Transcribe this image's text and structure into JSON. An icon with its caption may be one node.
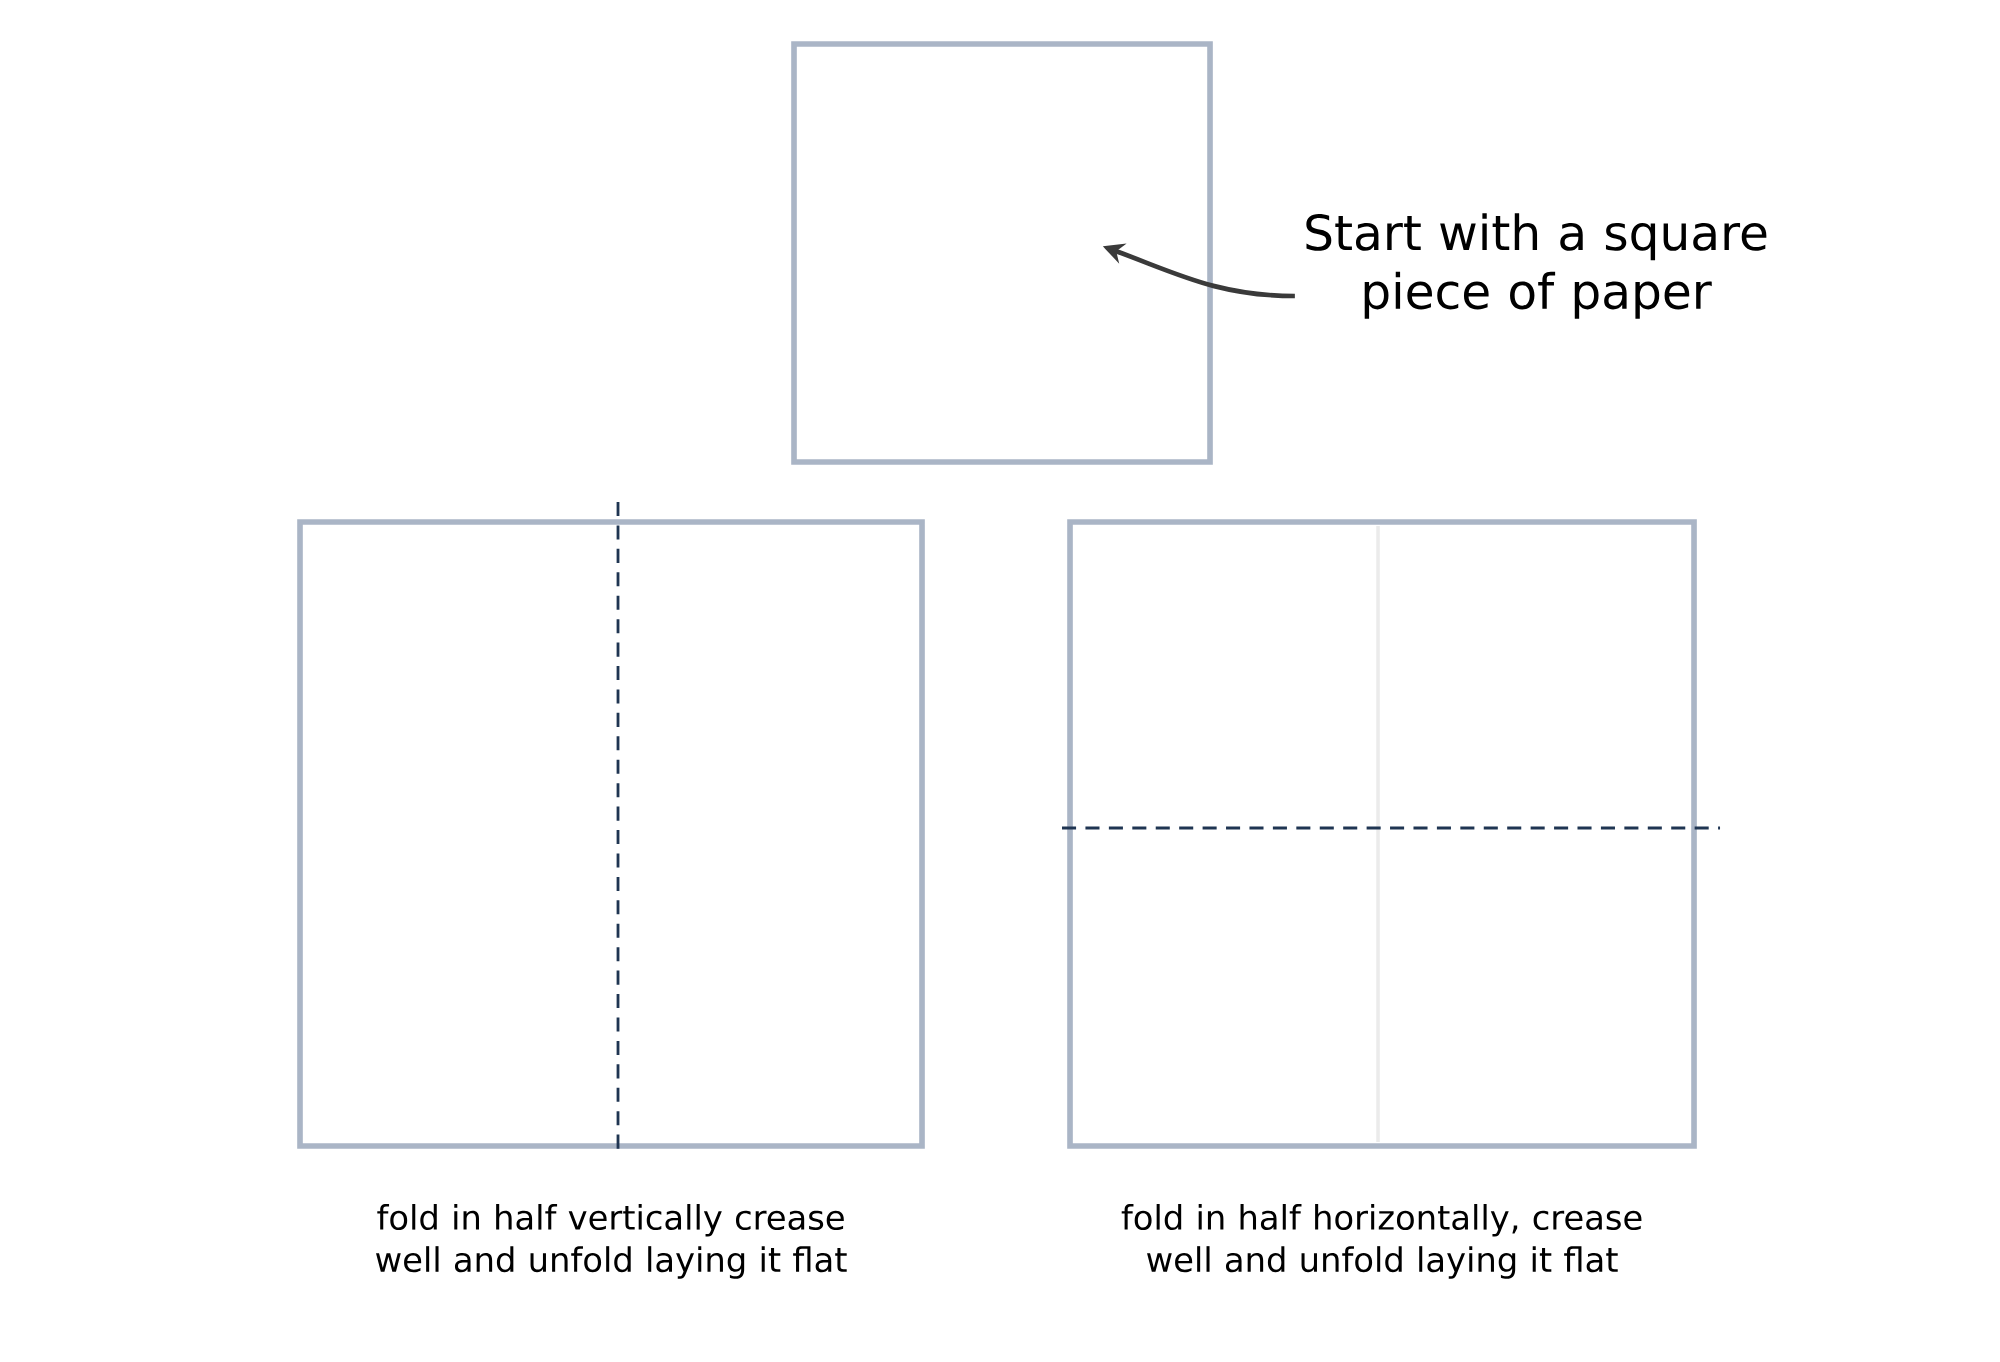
{
  "diagram": {
    "nodes": [
      {
        "text": [],
        "shape": "box"
      },
      {
        "text": [
          "Start with a square piece of paper"
        ]
      },
      {
        "text": [],
        "shape": "box",
        "beside": [
          "fold in half vertically crease well and unfold laying it flat"
        ]
      },
      {
        "text": [],
        "shape": "box",
        "beside": [
          "fold in half horizontally, crease well and unfold laying it flat"
        ]
      }
    ],
    "edges": [
      {
        "from": 1,
        "to": 0,
        "arrow": "to"
      }
    ]
  }
}
